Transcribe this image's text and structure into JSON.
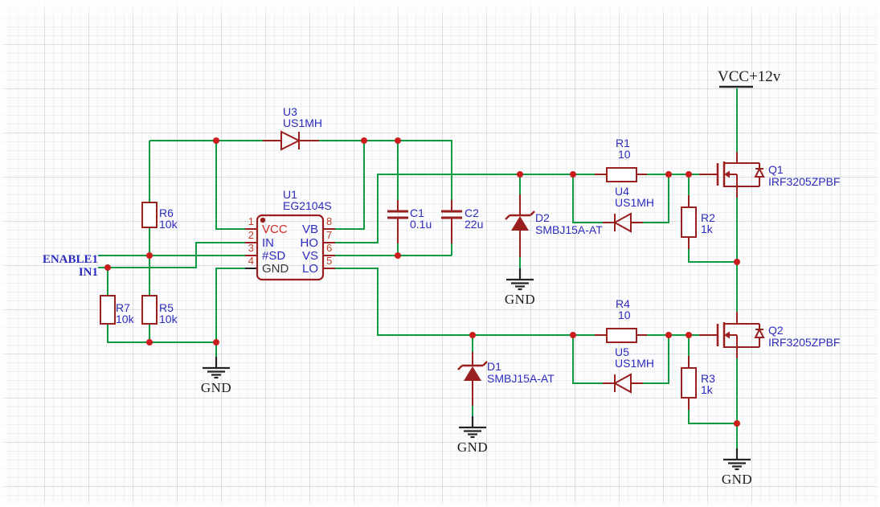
{
  "nets": {
    "enable": "ENABLE1",
    "in1": "IN1",
    "vcc_rail": "VCC+12v",
    "gnd": "GND"
  },
  "ic": {
    "ref": "U1",
    "part": "EG2104S",
    "left_pins": [
      {
        "num": "1",
        "name": "VCC"
      },
      {
        "num": "2",
        "name": "IN"
      },
      {
        "num": "3",
        "name": "#SD"
      },
      {
        "num": "4",
        "name": "GND"
      }
    ],
    "right_pins": [
      {
        "num": "8",
        "name": "VB"
      },
      {
        "num": "7",
        "name": "HO"
      },
      {
        "num": "6",
        "name": "VS"
      },
      {
        "num": "5",
        "name": "LO"
      }
    ]
  },
  "components": {
    "u3": {
      "ref": "U3",
      "value": "US1MH"
    },
    "u4": {
      "ref": "U4",
      "value": "US1MH"
    },
    "u5": {
      "ref": "U5",
      "value": "US1MH"
    },
    "r1": {
      "ref": "R1",
      "value": "10"
    },
    "r2": {
      "ref": "R2",
      "value": "1k"
    },
    "r3": {
      "ref": "R3",
      "value": "1k"
    },
    "r4": {
      "ref": "R4",
      "value": "10"
    },
    "r5": {
      "ref": "R5",
      "value": "10k"
    },
    "r6": {
      "ref": "R6",
      "value": "10k"
    },
    "r7": {
      "ref": "R7",
      "value": "10k"
    },
    "c1": {
      "ref": "C1",
      "value": "0.1u"
    },
    "c2": {
      "ref": "C2",
      "value": "22u"
    },
    "d1": {
      "ref": "D1",
      "value": "SMBJ15A-AT"
    },
    "d2": {
      "ref": "D2",
      "value": "SMBJ15A-AT"
    },
    "q1": {
      "ref": "Q1",
      "value": "IRF3205ZPBF"
    },
    "q2": {
      "ref": "Q2",
      "value": "IRF3205ZPBF"
    }
  },
  "colors": {
    "wire": "#0f9b42",
    "component": "#9a1f1f",
    "junction": "#cb1d1d",
    "label_blue": "#2b2bc0"
  }
}
